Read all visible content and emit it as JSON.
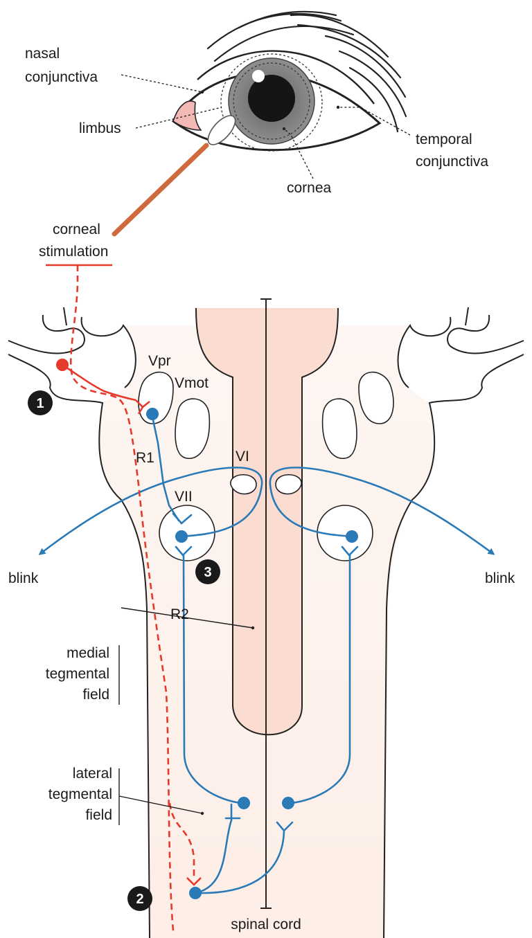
{
  "labels": {
    "nasal_conjunctiva": [
      "nasal",
      "conjunctiva"
    ],
    "limbus": "limbus",
    "temporal_conjunctiva": [
      "temporal",
      "conjunctiva"
    ],
    "cornea": "cornea",
    "corneal_stimulation": [
      "corneal",
      "stimulation"
    ],
    "vpr": "Vpr",
    "vmot": "Vmot",
    "r1": "R1",
    "vi": "VI",
    "vii": "VII",
    "blink_left": "blink",
    "blink_right": "blink",
    "r2": "R2",
    "medial_tegmental_field": [
      "medial",
      "tegmental",
      "field"
    ],
    "lateral_tegmental_field": [
      "lateral",
      "tegmental",
      "field"
    ],
    "spinal_cord": "spinal cord"
  },
  "badges": [
    "1",
    "2",
    "3"
  ],
  "colors": {
    "blink_pathway": "#2a7ab8",
    "afferent_pathway": "#e5392b",
    "midline_region": "#fbdcd0",
    "brainstem_fill": "#fdf3ef",
    "badge": "#1a1a1a",
    "swab_stick": "#e07d4e"
  }
}
